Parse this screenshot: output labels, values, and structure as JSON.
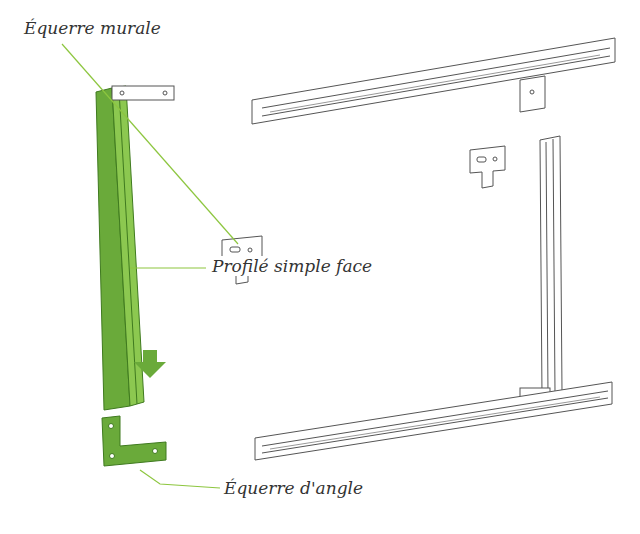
{
  "diagram": {
    "labels": [
      "Équerre murale",
      "Profilé simple face",
      "Équerre d'angle"
    ]
  }
}
